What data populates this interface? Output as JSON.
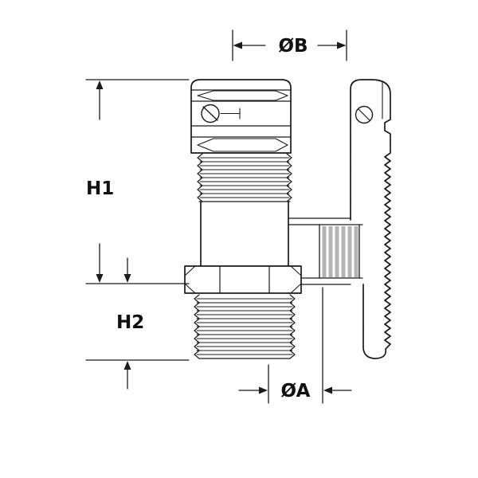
{
  "labels": {
    "dim_b": "ØB",
    "dim_a": "ØA",
    "dim_h1": "H1",
    "dim_h2": "H2"
  },
  "colors": {
    "line": "#1b1b1b",
    "dimension": "#111111",
    "hatch_fill": "#b3b3b3",
    "background": "#ffffff"
  }
}
